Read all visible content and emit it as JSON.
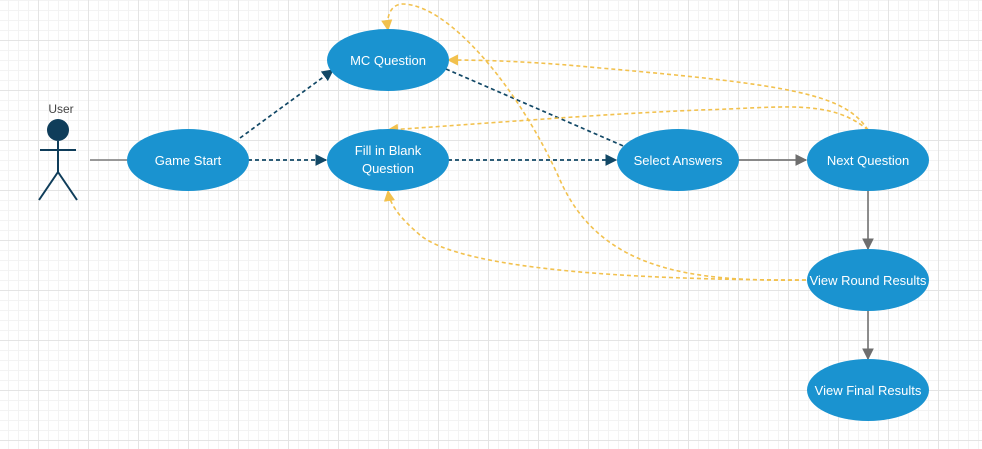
{
  "colors": {
    "node_fill": "#1a93d0",
    "node_text": "#ffffff",
    "actor": "#0f3d5a",
    "dashed_dark": "#124866",
    "dashed_yellow": "#f2c14e",
    "solid_gray": "#7a7a7a"
  },
  "actor": {
    "label": "User"
  },
  "nodes": {
    "game_start": "Game Start",
    "mc_question": "MC Question",
    "fill_in_blank_line1": "Fill in Blank",
    "fill_in_blank_line2": "Question",
    "select_answers": "Select Answers",
    "next_question": "Next Question",
    "view_round_results": "View Round Results",
    "view_final_results": "View Final Results"
  }
}
